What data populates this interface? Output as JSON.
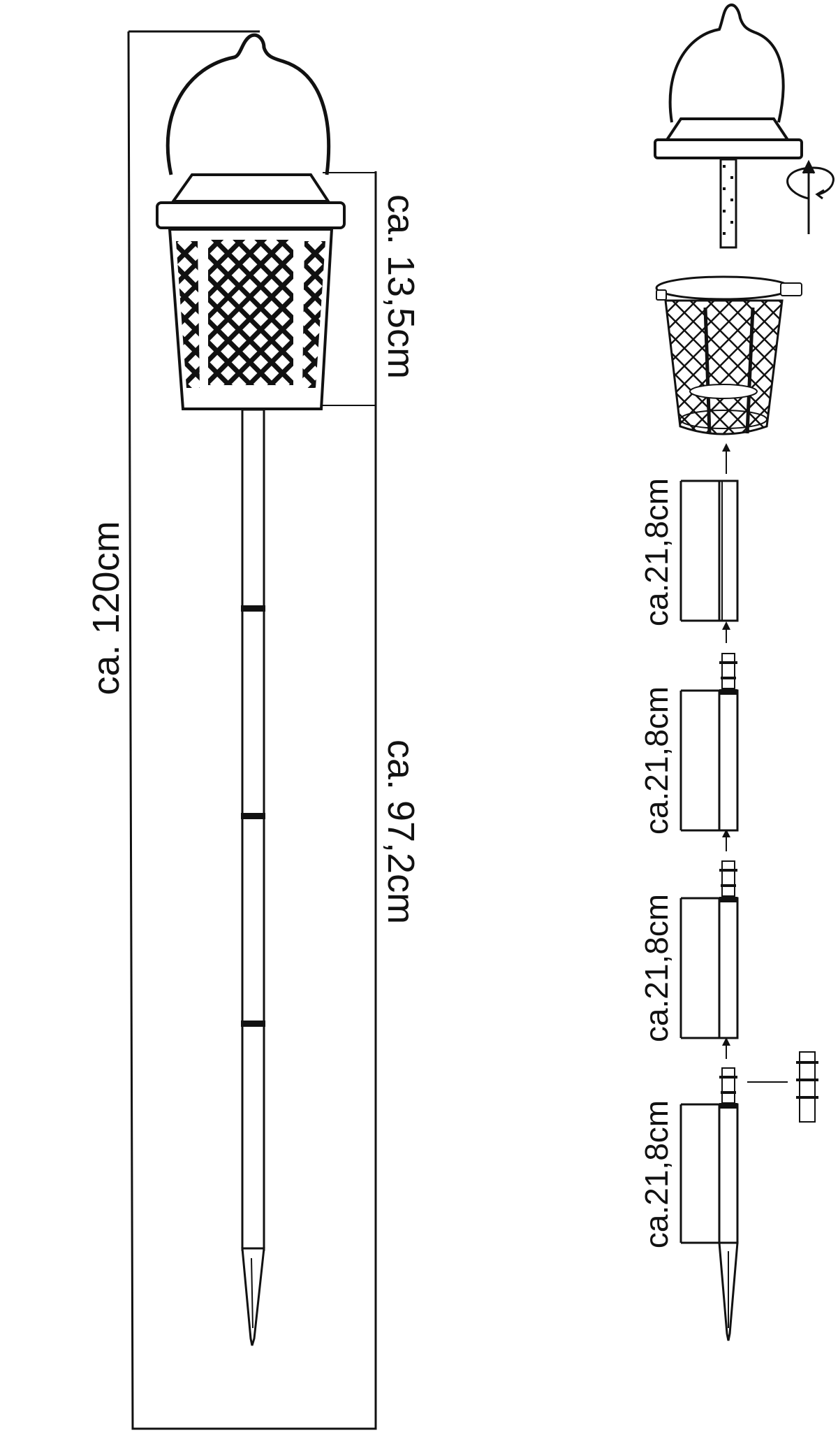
{
  "diagram": {
    "labels": {
      "total_height": "ca. 120cm",
      "lantern_height": "ca. 13,5cm",
      "pole_height": "ca. 97,2cm"
    },
    "segment_labels": [
      "ca.21,8cm",
      "ca.21,8cm",
      "ca.21,8cm",
      "ca.21,8cm"
    ],
    "colors": {
      "line": "#111111",
      "background": "#ffffff"
    }
  }
}
